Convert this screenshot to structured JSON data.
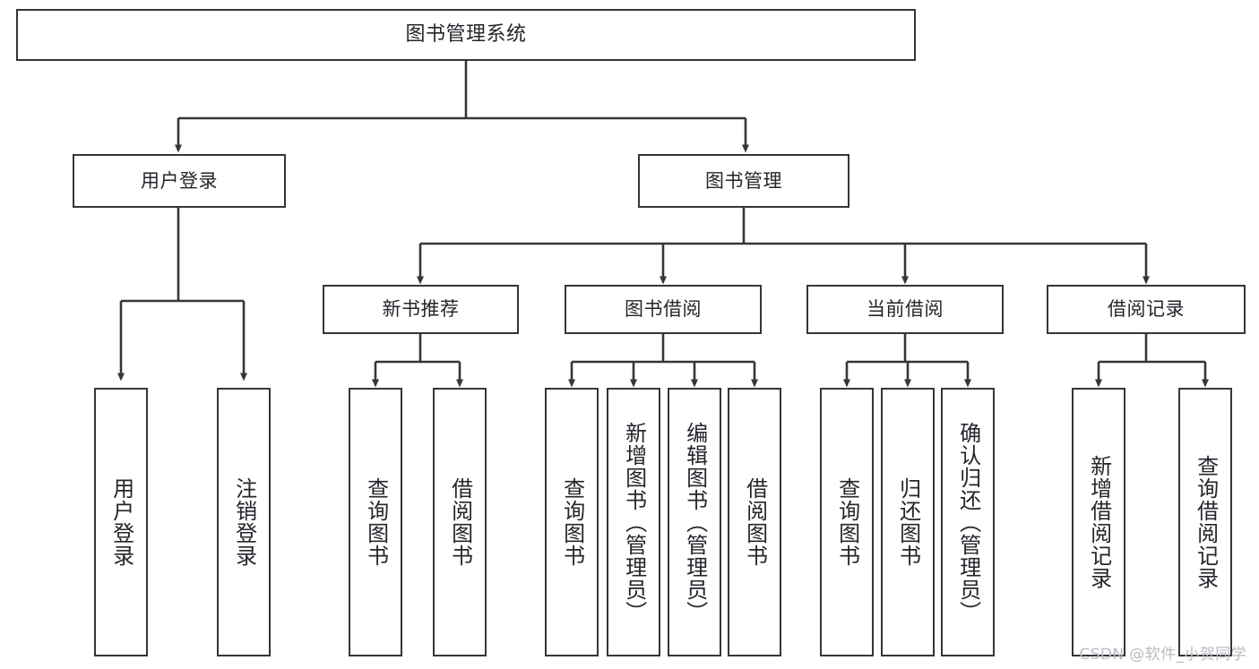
{
  "diagram": {
    "title": "图书管理系统",
    "type": "tree",
    "stroke_color": "#33363b",
    "fill_color": "#ffffff",
    "text_color": "#23262b",
    "root": {
      "id": "root",
      "label": "图书管理系统"
    },
    "level2": [
      {
        "id": "user-login",
        "label": "用户登录"
      },
      {
        "id": "book-manage",
        "label": "图书管理"
      }
    ],
    "level3": [
      {
        "id": "new-book-recommend",
        "label": "新书推荐",
        "parent": "book-manage"
      },
      {
        "id": "book-borrow",
        "label": "图书借阅",
        "parent": "book-manage"
      },
      {
        "id": "current-borrow",
        "label": "当前借阅",
        "parent": "book-manage"
      },
      {
        "id": "borrow-record",
        "label": "借阅记录",
        "parent": "book-manage"
      }
    ],
    "leaves": [
      {
        "id": "leaf-user-login",
        "label": "用户登录",
        "parent": "user-login"
      },
      {
        "id": "leaf-user-logout",
        "label": "注销登录",
        "parent": "user-login"
      },
      {
        "id": "leaf-query-book-1",
        "label": "查询图书",
        "parent": "new-book-recommend"
      },
      {
        "id": "leaf-borrow-book-1",
        "label": "借阅图书",
        "parent": "new-book-recommend"
      },
      {
        "id": "leaf-query-book-2",
        "label": "查询图书",
        "parent": "book-borrow"
      },
      {
        "id": "leaf-add-book",
        "label": "新增图书（管理员）",
        "parent": "book-borrow"
      },
      {
        "id": "leaf-edit-book",
        "label": "编辑图书（管理员）",
        "parent": "book-borrow"
      },
      {
        "id": "leaf-borrow-book-2",
        "label": "借阅图书",
        "parent": "book-borrow"
      },
      {
        "id": "leaf-query-book-3",
        "label": "查询图书",
        "parent": "current-borrow"
      },
      {
        "id": "leaf-return-book",
        "label": "归还图书",
        "parent": "current-borrow"
      },
      {
        "id": "leaf-confirm-return",
        "label": "确认归还（管理员）",
        "parent": "current-borrow"
      },
      {
        "id": "leaf-add-record",
        "label": "新增借阅记录",
        "parent": "borrow-record"
      },
      {
        "id": "leaf-query-record",
        "label": "查询借阅记录",
        "parent": "borrow-record"
      }
    ]
  },
  "watermark": {
    "text": "CSDN @软件_小贺同学"
  }
}
